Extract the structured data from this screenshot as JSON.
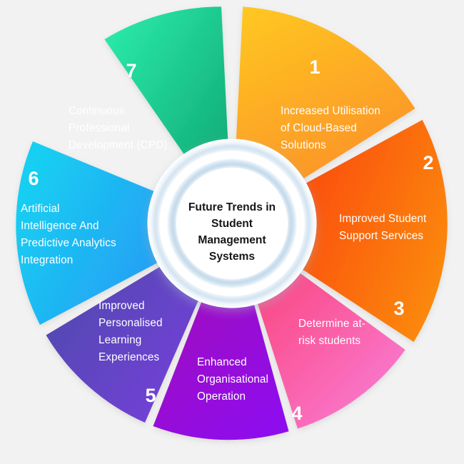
{
  "infographic": {
    "background_color": "#f2f2f2",
    "center": {
      "title_lines": [
        "Future Trends in",
        "Student",
        "Management",
        "Systems"
      ],
      "title_color": "#17171b",
      "hub_color": "#ffffff",
      "ring_color": "#c9dcea"
    },
    "segments": [
      {
        "number": "1",
        "label_lines": [
          "Increased Utilisation",
          "of Cloud-Based",
          "Solutions"
        ],
        "color_start": "#ffc621",
        "color_end": "#fb8b2a",
        "text_color": "#ffffff"
      },
      {
        "number": "2",
        "label_lines": [
          "Improved Student",
          "Support Services"
        ],
        "color_start": "#fb3a12",
        "color_end": "#fb8b08",
        "text_color": "#ffffff"
      },
      {
        "number": "3",
        "label_lines": [
          "Determine at-",
          "risk students"
        ],
        "color_start": "#fb3a6e",
        "color_end": "#f97ad0",
        "text_color": "#ffffff"
      },
      {
        "number": "4",
        "label_lines": [
          "Enhanced",
          "Organisational",
          "Operation"
        ],
        "color_start": "#a50ab0",
        "color_end": "#8f07ec",
        "text_color": "#ffffff"
      },
      {
        "number": "5",
        "label_lines": [
          "Improved",
          "Personalised",
          "Learning",
          "Experiences"
        ],
        "color_start": "#4b4aa8",
        "color_end": "#7a3fe0",
        "text_color": "#ffffff"
      },
      {
        "number": "6",
        "label_lines": [
          "Artificial",
          "Intelligence And",
          "Predictive Analytics",
          "Integration"
        ],
        "color_start": "#18cff2",
        "color_end": "#2a8bf5",
        "text_color": "#ffffff"
      },
      {
        "number": "7",
        "label_lines": [
          "Continuous",
          "Professional",
          "Development (CPD)"
        ],
        "color_start": "#2ae8a8",
        "color_end": "#0fa673",
        "text_color": "#ffffff"
      }
    ]
  }
}
